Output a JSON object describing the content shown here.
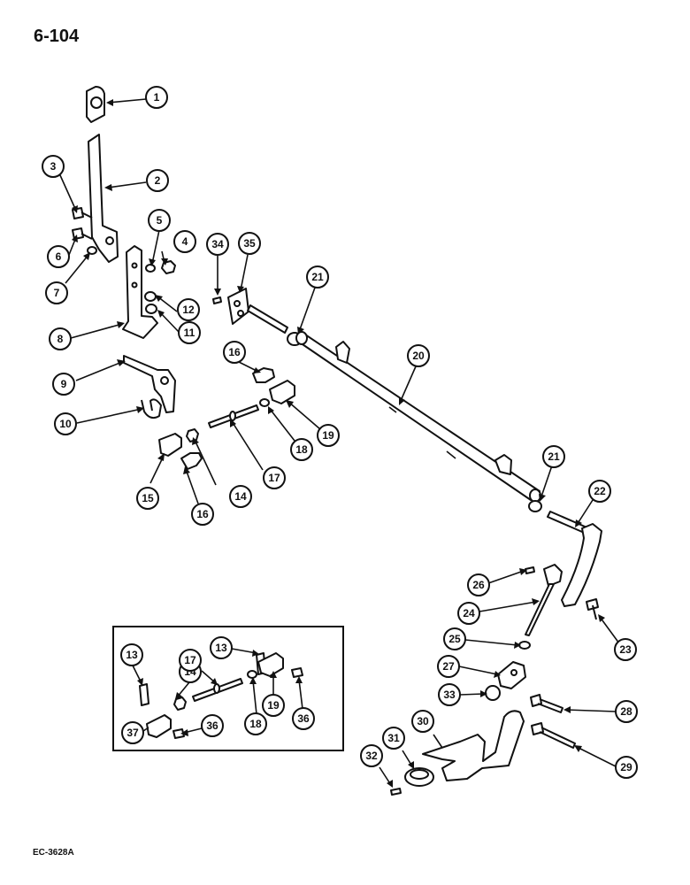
{
  "page_number": "6-104",
  "drawing_code": "EC-3628A",
  "callout_numbers": [
    "1",
    "2",
    "3",
    "4",
    "5",
    "6",
    "7",
    "8",
    "9",
    "10",
    "11",
    "12",
    "13",
    "14",
    "15",
    "16",
    "17",
    "18",
    "19",
    "20",
    "21",
    "22",
    "23",
    "24",
    "25",
    "26",
    "27",
    "28",
    "29",
    "30",
    "31",
    "32",
    "33",
    "34",
    "35",
    "36",
    "37"
  ]
}
